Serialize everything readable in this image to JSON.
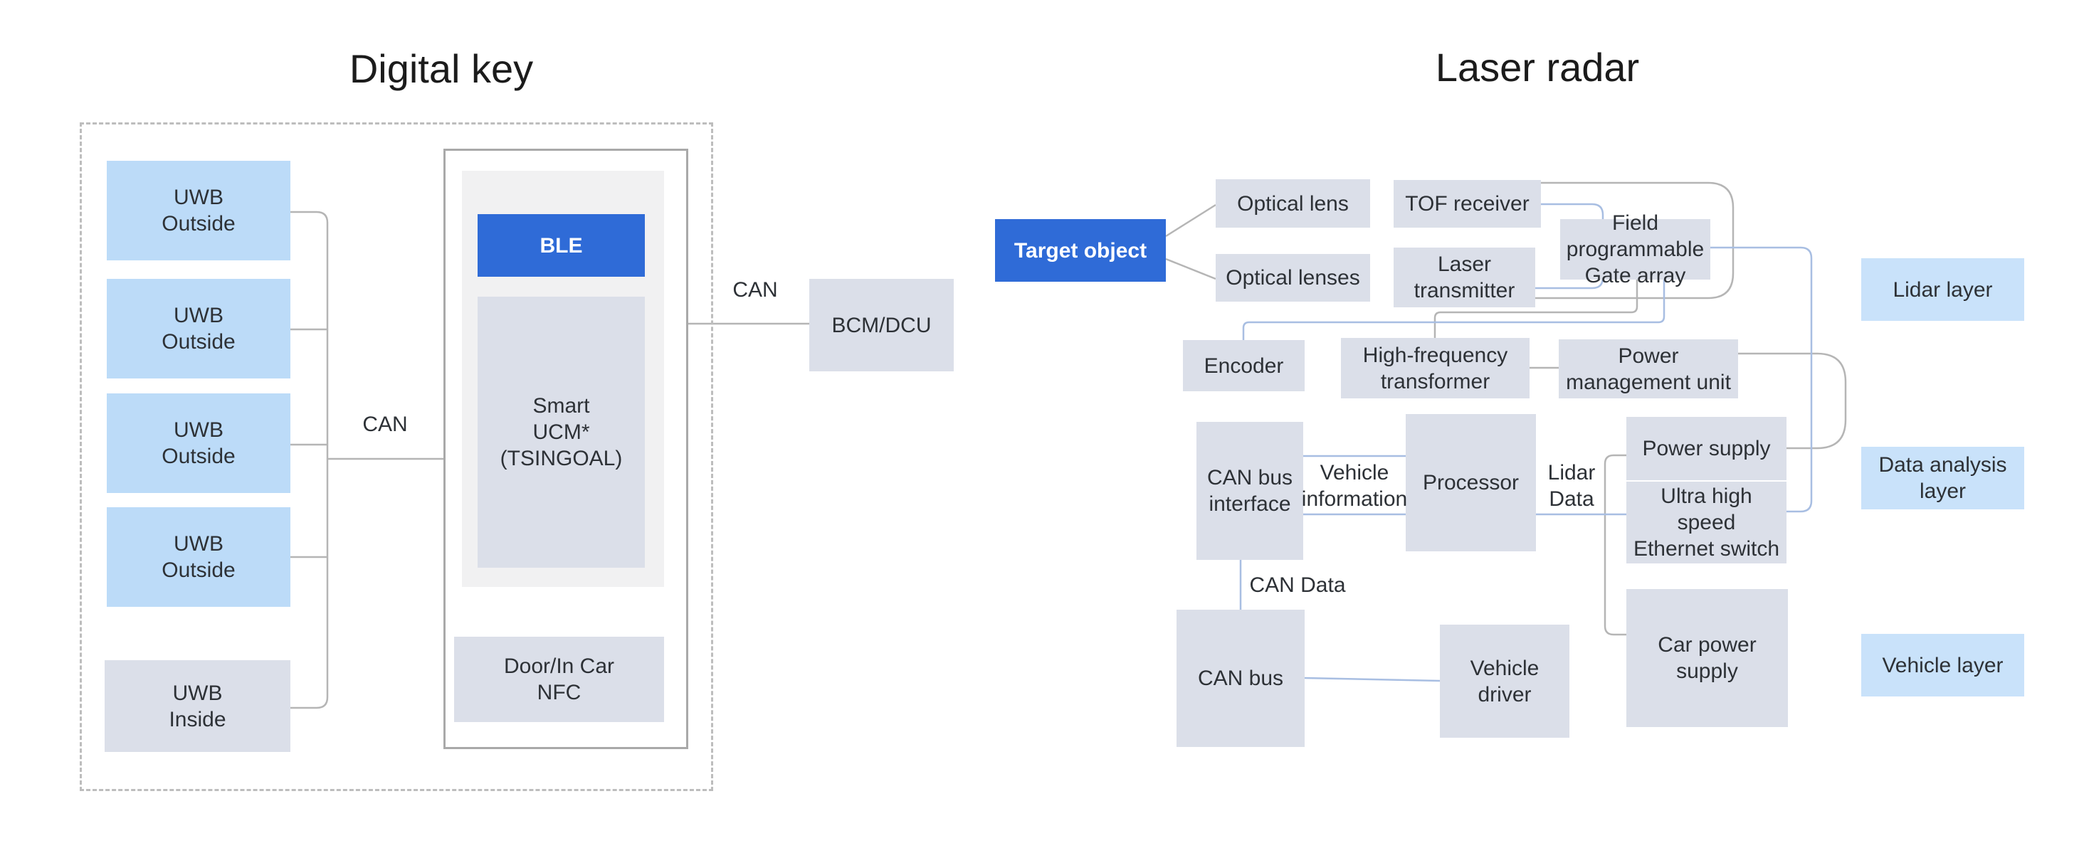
{
  "titles": {
    "left": "Digital key",
    "right": "Laser radar"
  },
  "digital_key": {
    "uwb_outside": [
      {
        "label": "UWB\nOutside"
      },
      {
        "label": "UWB\nOutside"
      },
      {
        "label": "UWB\nOutside"
      },
      {
        "label": "UWB\nOutside"
      }
    ],
    "uwb_inside": "UWB\nInside",
    "can_bus_label": "CAN",
    "can_out_label": "CAN",
    "ble": "BLE",
    "smart_ucm": "Smart\nUCM*\n(TSINGOAL)",
    "nfc": "Door/In Car\nNFC",
    "bcm": "BCM/DCU"
  },
  "laser_radar": {
    "target_object": "Target object",
    "optical_lens": "Optical lens",
    "optical_lenses": "Optical lenses",
    "tof_receiver": "TOF receiver",
    "laser_transmitter": "Laser\ntransmitter",
    "fpga": "Field programmable\nGate array",
    "encoder": "Encoder",
    "hf_transformer": "High-frequency\ntransformer",
    "pmu": "Power\nmanagement unit",
    "can_bus_interface": "CAN bus\ninterface",
    "processor": "Processor",
    "power_supply": "Power supply",
    "ethernet_switch": "Ultra high\nspeed\nEthernet switch",
    "can_bus": "CAN bus",
    "vehicle_driver": "Vehicle\ndriver",
    "car_power_supply": "Car power\nsupply",
    "labels": {
      "vehicle_information": "Vehicle\ninformation",
      "lidar_data": "Lidar\nData",
      "can_data": "CAN Data"
    },
    "layers": [
      {
        "label": "Lidar layer"
      },
      {
        "label": "Data analysis\nlayer"
      },
      {
        "label": "Vehicle  layer"
      }
    ]
  },
  "colors": {
    "accent_blue": "#2f6bd7",
    "uwb_light_blue": "#bcdbf8",
    "layer_light_blue": "#c9e2fa",
    "box_gray": "#dbdfe9",
    "panel_gray": "#f1f1f2",
    "line_gray": "#b5b5b5",
    "line_blue": "#a8bee2"
  }
}
